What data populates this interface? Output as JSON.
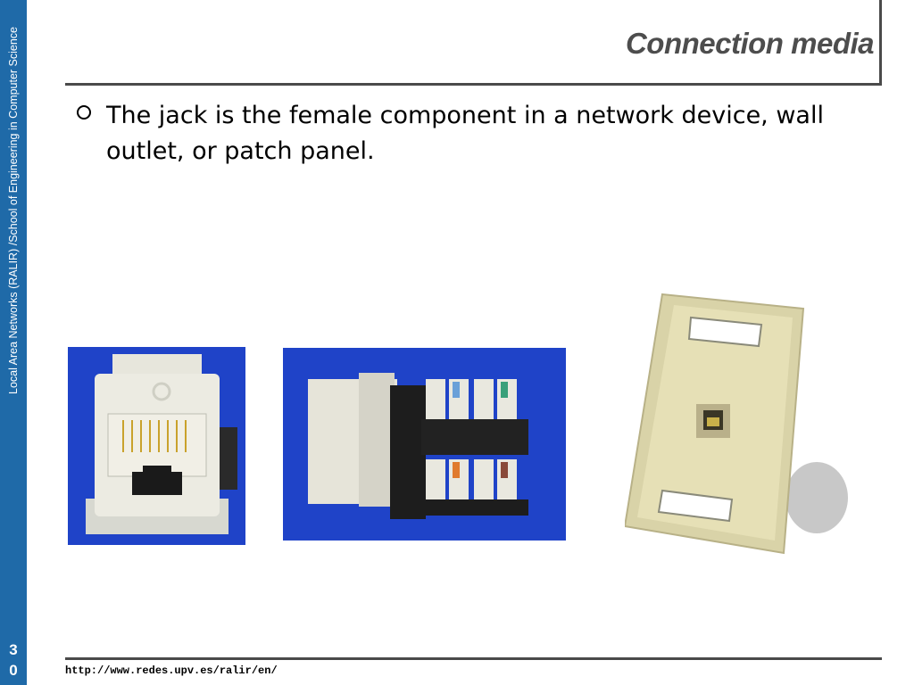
{
  "sidebar": {
    "text": "Local Area Networks (RALIR) /School of Engineering in Computer Science",
    "slide_number_line1": "3",
    "slide_number_line2": "0",
    "color": "#1f6aa8"
  },
  "header": {
    "title": "Connection media"
  },
  "content": {
    "bullet_text": "The jack is the female component in a network device, wall outlet, or patch panel."
  },
  "images": [
    {
      "icon": "rj45-jack-front-icon"
    },
    {
      "icon": "rj45-jack-side-icon"
    },
    {
      "icon": "wall-plate-outlet-icon"
    }
  ],
  "footer": {
    "url": "http://www.redes.upv.es/ralir/en/"
  }
}
